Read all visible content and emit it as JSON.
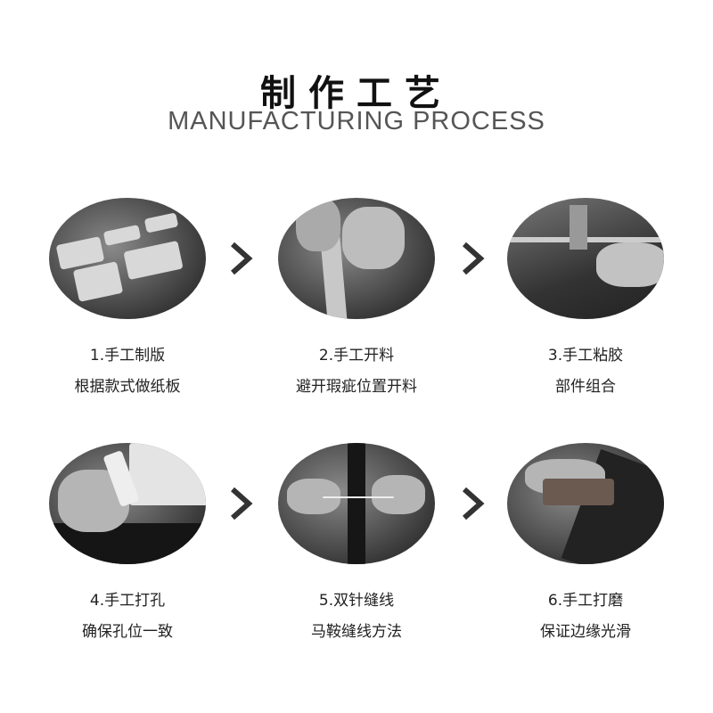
{
  "header": {
    "title": "制作工艺",
    "subtitle": "MANUFACTURING PROCESS"
  },
  "steps": [
    {
      "title": "1.手工制版",
      "desc": "根据款式做纸板"
    },
    {
      "title": "2.手工开料",
      "desc": "避开瑕疵位置开料"
    },
    {
      "title": "3.手工粘胶",
      "desc": "部件组合"
    },
    {
      "title": "4.手工打孔",
      "desc": "确保孔位一致"
    },
    {
      "title": "5.双针缝线",
      "desc": "马鞍缝线方法"
    },
    {
      "title": "6.手工打磨",
      "desc": "保证边缘光滑"
    }
  ],
  "icons": {
    "arrow": "chevron-right-icon"
  }
}
